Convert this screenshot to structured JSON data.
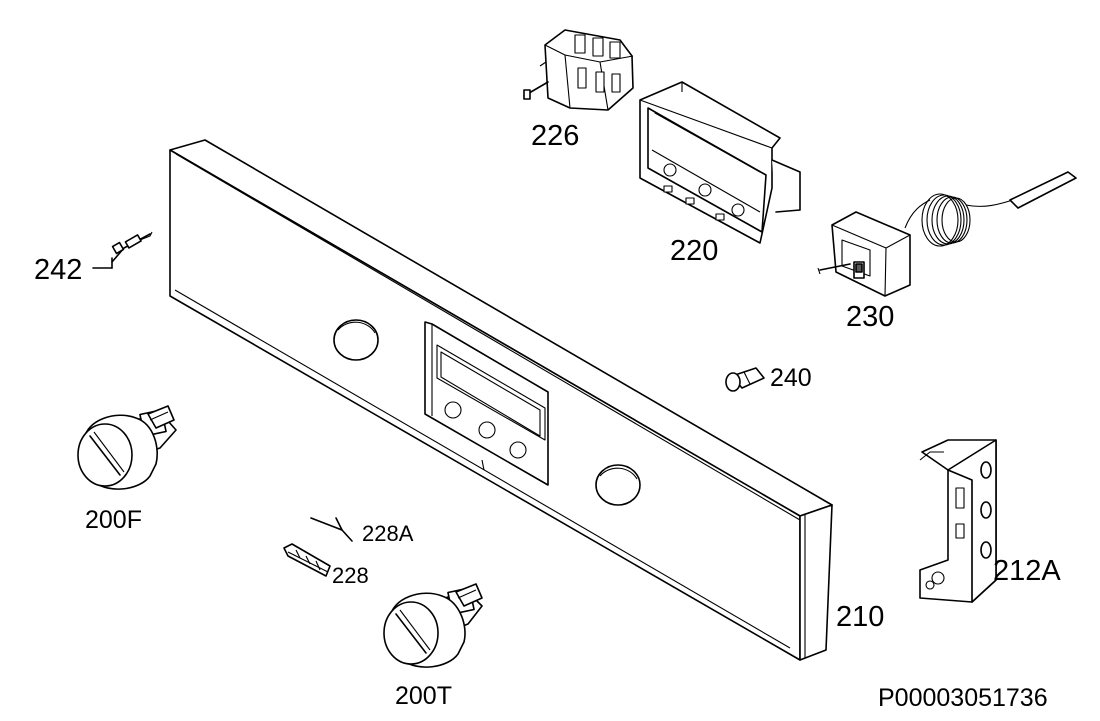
{
  "diagram": {
    "drawing_number": "P00003051736",
    "parts": [
      {
        "id": "part-226",
        "label": "226"
      },
      {
        "id": "part-220",
        "label": "220"
      },
      {
        "id": "part-230",
        "label": "230"
      },
      {
        "id": "part-242",
        "label": "242"
      },
      {
        "id": "part-240",
        "label": "240"
      },
      {
        "id": "part-200f",
        "label": "200F"
      },
      {
        "id": "part-228a",
        "label": "228A"
      },
      {
        "id": "part-228",
        "label": "228"
      },
      {
        "id": "part-210",
        "label": "210"
      },
      {
        "id": "part-212a",
        "label": "212A"
      },
      {
        "id": "part-200t",
        "label": "200T"
      }
    ]
  }
}
